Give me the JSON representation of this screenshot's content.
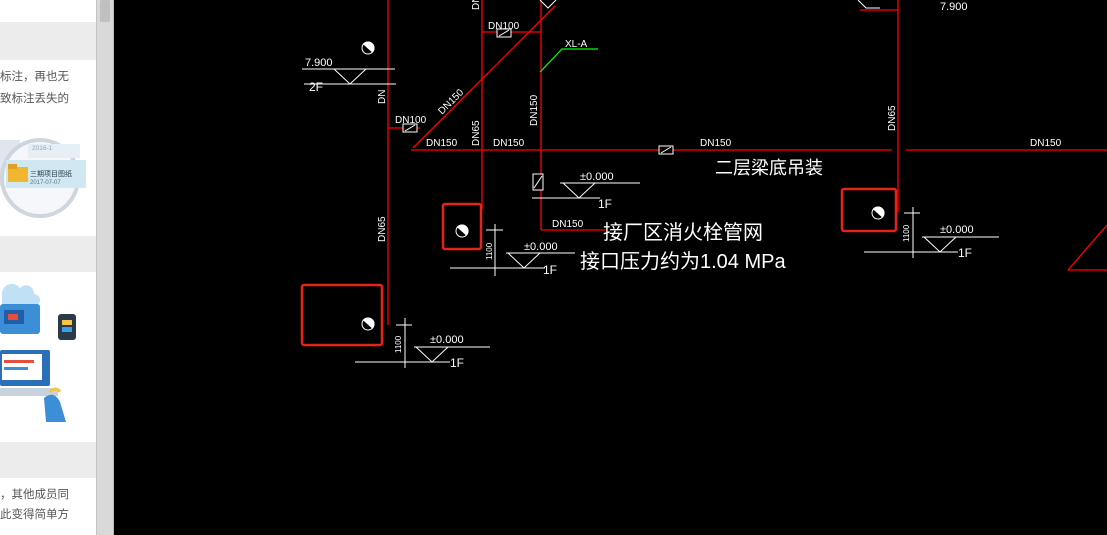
{
  "left_panel": {
    "text_top_1": "标注，再也无",
    "text_top_2": "致标注丢失的",
    "thumb_date_1": "2016-1",
    "thumb_title": "三期项目图纸",
    "thumb_date_2": "2017-07-07",
    "text_bottom_1": "，其他成员同",
    "text_bottom_2": "此变得简单方"
  },
  "drawing": {
    "elev_2f_value": "7.900",
    "elev_2f_label": "2F",
    "elev_top_right_value": "7.900",
    "xl_a_label": "XL-A",
    "dn100_top": "DN100",
    "dn100_mid": "DN100",
    "dn150_diag": "DN150",
    "dn150_a": "DN150",
    "dn65_vert_1": "DN65",
    "dn150_b": "DN150",
    "dn150_vert": "DN150",
    "dn150_c": "DN150",
    "dn150_far": "DN150",
    "dn65_right": "DN65",
    "dn65_left": "DN65",
    "dn_top_1": "DN",
    "dn_top_2": "DN",
    "dn150_bottom": "DN150",
    "beam_note": "二层梁底吊装",
    "elev_zero": "±0.000",
    "elev_1f": "1F",
    "height_1100": "1100",
    "note_line_1": "接厂区消火栓管网",
    "note_line_2": "接口压力约为1.04 MPa"
  },
  "colors": {
    "background": "#000000",
    "pipe": "#ff0000",
    "annotation": "#ffffff",
    "leader": "#00ff00",
    "highlight_box": "#e8221a",
    "panel": "#ececec"
  },
  "icons": {
    "hydrant": "hydrant-icon",
    "valve": "valve-icon",
    "cloud": "cloud-icon",
    "folder": "folder-icon"
  }
}
